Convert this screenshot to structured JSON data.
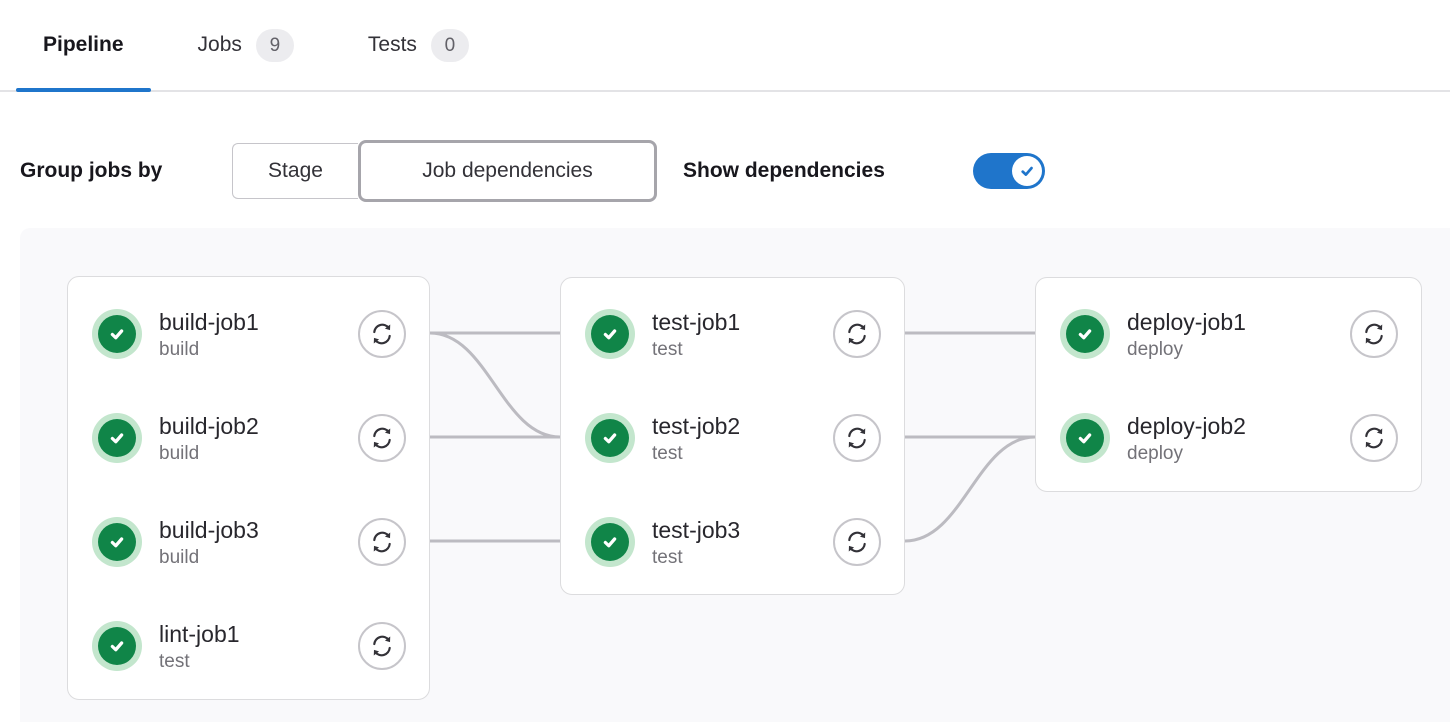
{
  "header": {
    "tabs": [
      {
        "label": "Pipeline",
        "badge": null,
        "active": true
      },
      {
        "label": "Jobs",
        "badge": "9",
        "active": false
      },
      {
        "label": "Tests",
        "badge": "0",
        "active": false
      }
    ]
  },
  "toolbar": {
    "group_jobs_by_label": "Group jobs by",
    "group_options": [
      {
        "label": "Stage",
        "selected": false
      },
      {
        "label": "Job dependencies",
        "selected": true
      }
    ],
    "show_dependencies_label": "Show dependencies",
    "show_dependencies_enabled": true
  },
  "pipeline_graph": {
    "columns": [
      {
        "jobs": [
          {
            "name": "build-job1",
            "stage": "build",
            "status": "success",
            "action": "retry"
          },
          {
            "name": "build-job2",
            "stage": "build",
            "status": "success",
            "action": "retry"
          },
          {
            "name": "build-job3",
            "stage": "build",
            "status": "success",
            "action": "retry"
          },
          {
            "name": "lint-job1",
            "stage": "test",
            "status": "success",
            "action": "retry"
          }
        ]
      },
      {
        "jobs": [
          {
            "name": "test-job1",
            "stage": "test",
            "status": "success",
            "action": "retry"
          },
          {
            "name": "test-job2",
            "stage": "test",
            "status": "success",
            "action": "retry"
          },
          {
            "name": "test-job3",
            "stage": "test",
            "status": "success",
            "action": "retry"
          }
        ]
      },
      {
        "jobs": [
          {
            "name": "deploy-job1",
            "stage": "deploy",
            "status": "success",
            "action": "retry"
          },
          {
            "name": "deploy-job2",
            "stage": "deploy",
            "status": "success",
            "action": "retry"
          }
        ]
      }
    ],
    "dependencies": [
      {
        "from": "build-job1",
        "to": "test-job1"
      },
      {
        "from": "build-job1",
        "to": "test-job2"
      },
      {
        "from": "build-job2",
        "to": "test-job2"
      },
      {
        "from": "build-job3",
        "to": "test-job3"
      },
      {
        "from": "test-job1",
        "to": "deploy-job1"
      },
      {
        "from": "test-job2",
        "to": "deploy-job2"
      },
      {
        "from": "test-job3",
        "to": "deploy-job2"
      }
    ]
  },
  "icons": {
    "job_status": "status-success-check-circle",
    "job_action": "retry-circular-arrows",
    "toggle_knob": "check"
  },
  "colors": {
    "accent_blue": "#1f75cb",
    "success_green": "#108548",
    "success_ring_green": "#c3e6cd",
    "edge_gray": "#bcbbc1",
    "badge_bg": "#ececef",
    "card_border": "#dcdcde",
    "graph_bg": "#f9f9fb"
  }
}
